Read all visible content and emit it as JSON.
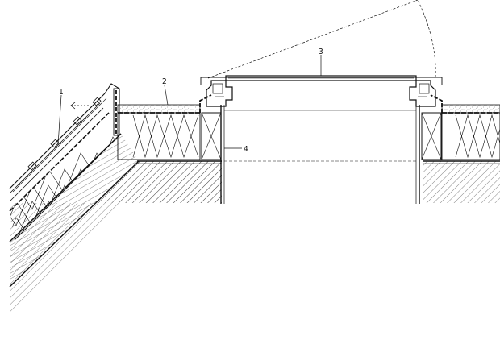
{
  "labels": {
    "l1": "1",
    "l2": "2",
    "l3": "3",
    "l4": "4"
  },
  "colors": {
    "line": "#111111",
    "background": "#ffffff"
  }
}
